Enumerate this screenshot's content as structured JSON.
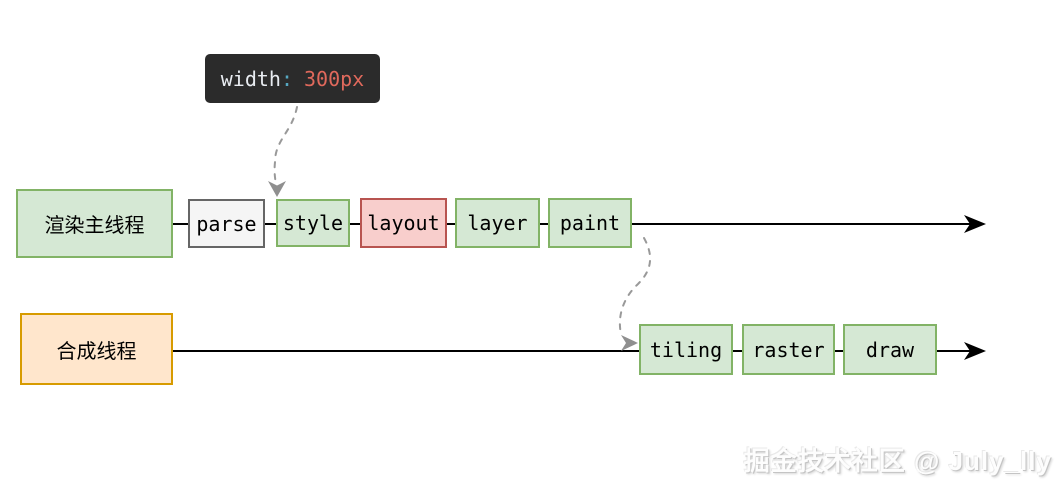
{
  "tooltip": {
    "property": "width",
    "colon": ":",
    "value": "300px"
  },
  "main_thread": {
    "label": "渲染主线程",
    "stages": [
      {
        "label": "parse",
        "type": "gray"
      },
      {
        "label": "style",
        "type": "green"
      },
      {
        "label": "layout",
        "type": "red"
      },
      {
        "label": "layer",
        "type": "green"
      },
      {
        "label": "paint",
        "type": "green"
      }
    ]
  },
  "compositor_thread": {
    "label": "合成线程",
    "stages": [
      {
        "label": "tiling",
        "type": "green"
      },
      {
        "label": "raster",
        "type": "green"
      },
      {
        "label": "draw",
        "type": "green"
      }
    ]
  },
  "watermark": "掘金技术社区 @ July_lly",
  "colors": {
    "stage_green_fill": "#d5e8d4",
    "stage_green_border": "#82b366",
    "stage_red_fill": "#f8cecc",
    "stage_red_border": "#b85450",
    "stage_gray_fill": "#f5f5f5",
    "stage_gray_border": "#666666",
    "thread_orange_fill": "#ffe6cc",
    "thread_orange_border": "#d79b00",
    "tooltip_bg": "#2b2b2b",
    "tooltip_property": "#e8ecf1",
    "tooltip_colon": "#56a8c2",
    "tooltip_value": "#e0695c",
    "timeline_arrow": "#000000",
    "dashed_arrow": "#999999"
  }
}
